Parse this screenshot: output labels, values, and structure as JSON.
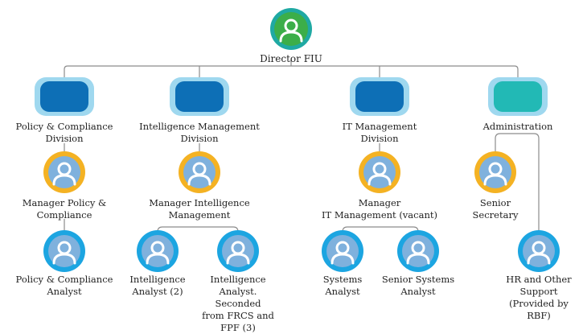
{
  "director": {
    "label": "Director FIU"
  },
  "divisions": [
    {
      "id": "policy",
      "label": "Policy & Compliance\nDivision",
      "box_color": "#0d6fb6"
    },
    {
      "id": "intel",
      "label": "Intelligence Management\nDivision",
      "box_color": "#0d6fb6"
    },
    {
      "id": "it",
      "label": "IT Management\nDivision",
      "box_color": "#0d6fb6"
    },
    {
      "id": "admin",
      "label": "Administration",
      "box_color": "#22b9b5"
    }
  ],
  "managers": [
    {
      "id": "mgr-policy",
      "label": "Manager Policy &\nCompliance"
    },
    {
      "id": "mgr-intel",
      "label": "Manager Intelligence\nManagement"
    },
    {
      "id": "mgr-it",
      "label": "Manager\nIT Management (vacant)"
    },
    {
      "id": "senior-secretary",
      "label": "Senior\nSecretary"
    }
  ],
  "staff": [
    {
      "id": "policy-analyst",
      "label": "Policy & Compliance\nAnalyst"
    },
    {
      "id": "intel-analyst",
      "label": "Intelligence\nAnalyst (2)"
    },
    {
      "id": "intel-seconded",
      "label": "Intelligence\nAnalyst. Seconded\nfrom FRCS and\nFPF (3)"
    },
    {
      "id": "systems-analyst",
      "label": "Systems\nAnalyst"
    },
    {
      "id": "senior-systems-analyst",
      "label": "Senior Systems\nAnalyst"
    },
    {
      "id": "hr-support",
      "label": "HR and Other\nSupport\n(Provided by\nRBF)"
    }
  ],
  "colors": {
    "director_ring": "#1fa9a3",
    "director_fill": "#3cae49",
    "manager_ring": "#f4b223",
    "manager_fill": "#7fb1dd",
    "staff_ring": "#1ca5e1",
    "staff_fill": "#7fb1dd",
    "box_halo": "#9fd8ef",
    "connector": "#8c8c8c"
  }
}
